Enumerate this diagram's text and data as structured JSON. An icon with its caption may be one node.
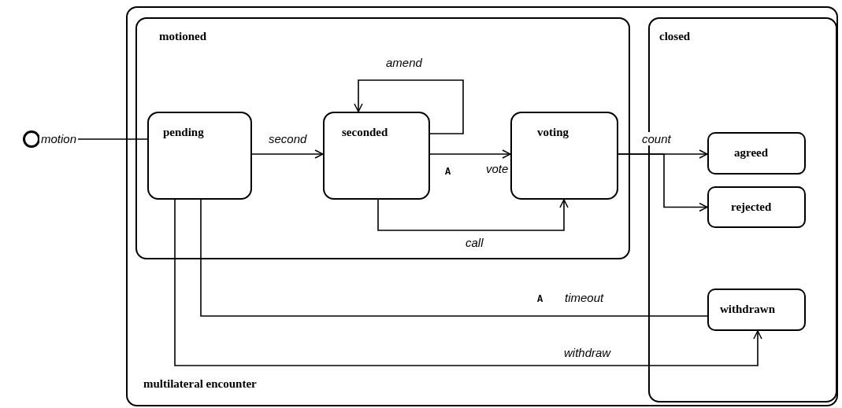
{
  "diagram": {
    "nodes": [
      {
        "text": [
          "multilateral encounter"
        ]
      },
      {
        "text": [
          "motioned"
        ],
        "in": 0
      },
      {
        "text": [
          "pending"
        ],
        "in": 1
      },
      {
        "text": [
          "seconded"
        ],
        "in": 1
      },
      {
        "text": [
          "voting"
        ],
        "in": 1
      },
      {
        "text": [
          "closed"
        ],
        "in": 0
      },
      {
        "text": [
          "agreed"
        ],
        "in": 5
      },
      {
        "text": [
          "rejected"
        ],
        "in": 5
      },
      {
        "text": [
          "withdrawn"
        ],
        "in": 5
      },
      {
        "text": [],
        "shape": "circle"
      }
    ],
    "edges": [
      {
        "from": 9,
        "to": 2,
        "arrow": "none",
        "label": "motion"
      },
      {
        "from": 2,
        "to": 3,
        "arrow": "to",
        "label": "second"
      },
      {
        "from": 3,
        "to": 3,
        "arrow": "to",
        "label": "amend"
      },
      {
        "from": 3,
        "to": 4,
        "arrow": "to",
        "label": "vote"
      },
      {
        "from": 3,
        "to": 4,
        "arrow": "to",
        "label": "call"
      },
      {
        "from": 4,
        "to": 6,
        "arrow": "to",
        "label": "count"
      },
      {
        "from": 4,
        "to": 7,
        "arrow": "to"
      },
      {
        "from": 2,
        "to": 8,
        "arrow": "none",
        "label": "timeout"
      },
      {
        "from": 2,
        "to": 8,
        "arrow": "to",
        "label": "withdraw"
      }
    ],
    "labels": [
      "A",
      "A"
    ]
  }
}
